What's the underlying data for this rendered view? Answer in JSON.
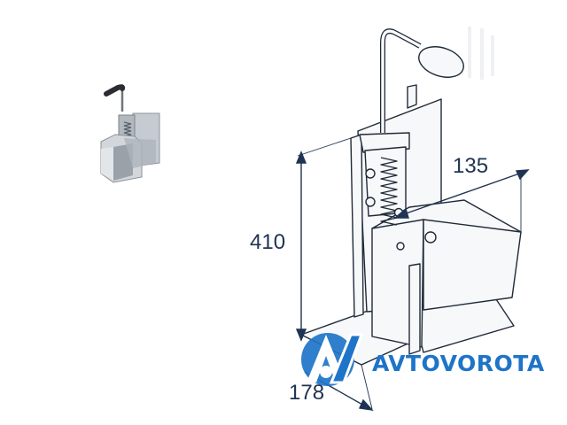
{
  "dimensions": {
    "height": "410",
    "width": "135",
    "depth": "178"
  },
  "brand": {
    "name": "AVTOVOROTA"
  },
  "colors": {
    "outline": "#1f2a38",
    "dimension": "#1f3352",
    "metal": "#f7f8f9",
    "thumbnail_metal": "#b8bdc4",
    "brand": "#1e74c8"
  }
}
